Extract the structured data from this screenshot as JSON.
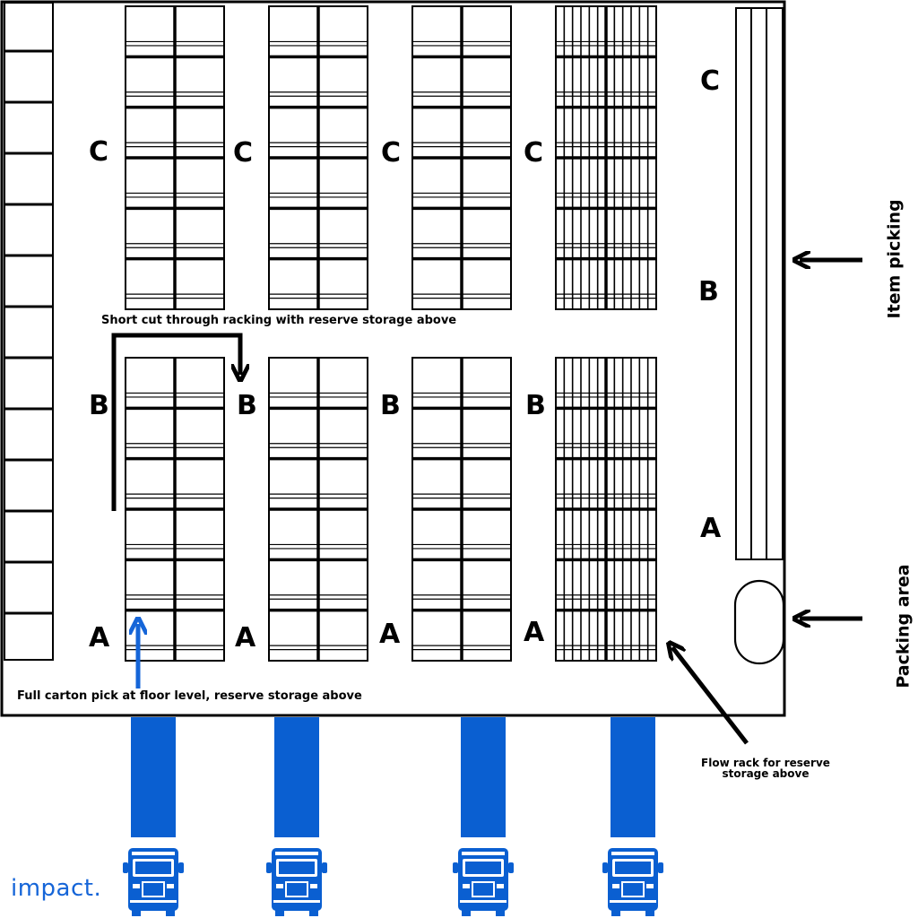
{
  "diagram": {
    "zone_labels": {
      "c": "C",
      "b": "B",
      "a": "A"
    },
    "annotations": {
      "shortcut": "Short cut through racking with reserve storage above",
      "full_carton": "Full carton pick at floor level, reserve storage above",
      "flow_rack": "Flow rack for reserve storage above",
      "item_picking": "Item picking",
      "packing_area": "Packing area"
    },
    "brand": "impact.",
    "dock_count": 4,
    "colors": {
      "lines": "#000000",
      "docks": "#0a5fd1",
      "arrow_accent": "#1565d8",
      "brand": "#1565d8"
    },
    "icons": [
      "truck-icon",
      "arrow-icon"
    ]
  }
}
